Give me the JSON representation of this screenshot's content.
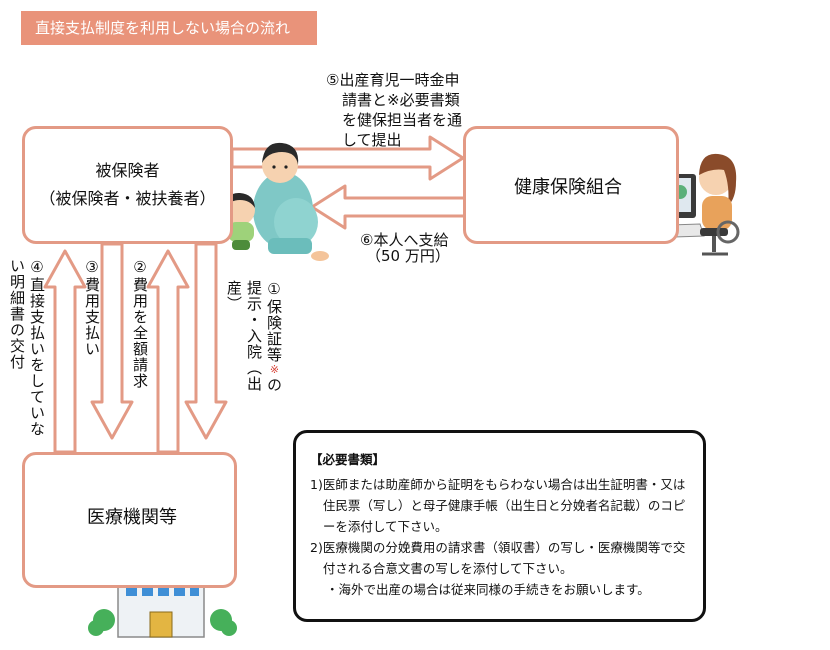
{
  "title": "直接支払制度を利用しない場合の流れ",
  "nodes": {
    "insured": {
      "line1": "被保険者",
      "line2": "（被保険者・被扶養者）"
    },
    "union": {
      "label": "健康保険組合"
    },
    "hospital": {
      "label": "医療機関等"
    }
  },
  "steps": {
    "step5": {
      "lines": [
        "⑤出産育児一時金申",
        "請書と※必要書類",
        "を健保担当者を通",
        "して提出"
      ]
    },
    "step6": {
      "line1": "⑥本人へ支給",
      "line2": "（50 万円）"
    },
    "step1": {
      "col1": "①保険証等",
      "mark": "※",
      "col1b": "の提",
      "col2": "示・入院（出産）"
    },
    "step2": {
      "text": "②費用を全額請求"
    },
    "step3": {
      "text": "③費用支払い"
    },
    "step4": {
      "col1": "④直接支払いをしてい",
      "col2": "ない明細書の交付"
    }
  },
  "requirements": {
    "title": "【必要書類】",
    "items": [
      {
        "num": "1)",
        "text": "医師または助産師から証明をもらわない場合は出生証明書・又は住民票（写し）と母子健康手帳（出生日と分娩者名記載）のコピーを添付して下さい。"
      },
      {
        "num": "2)",
        "text": "医療機関の分娩費用の請求書（領収書）の写し・医療機関等で交付される合意文書の写しを添付して下さい。"
      }
    ],
    "note": "・海外で出産の場合は従来同様の手続きをお願いします。"
  },
  "colors": {
    "accent": "#e9937a",
    "border": "#e39a85",
    "arrow_fill": "#ffffff"
  }
}
